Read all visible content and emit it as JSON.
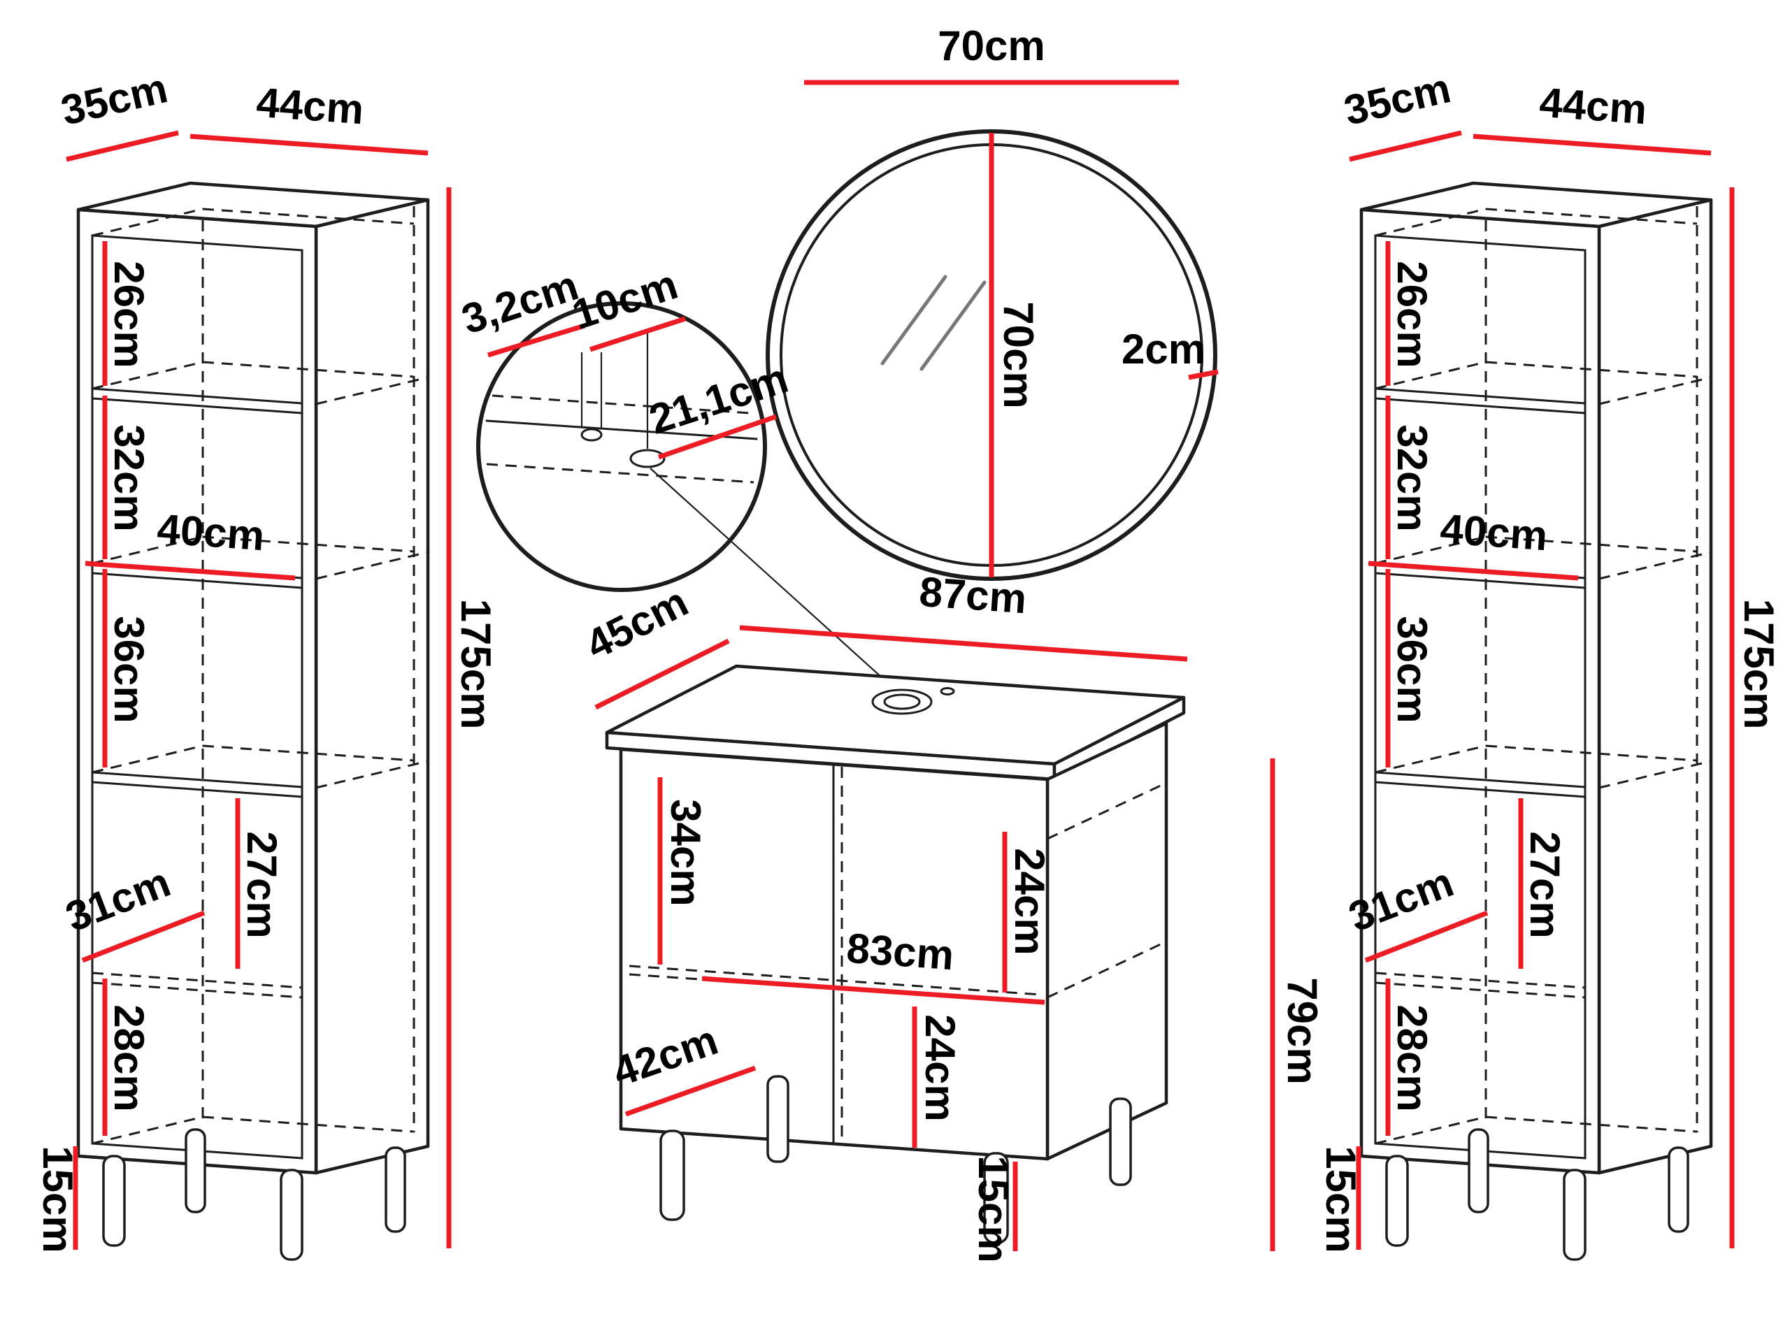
{
  "figure": {
    "background_color": "#ffffff",
    "line_color": "#1d1d1b",
    "dimension_color": "#ed1c24"
  },
  "left_cabinet": {
    "depth": "35cm",
    "width": "44cm",
    "height": "175cm",
    "sections": [
      "26cm",
      "32cm",
      "40cm",
      "36cm",
      "27cm",
      "31cm",
      "28cm"
    ],
    "leg_height": "15cm"
  },
  "right_cabinet": {
    "depth": "35cm",
    "width": "44cm",
    "height": "175cm",
    "sections": [
      "26cm",
      "32cm",
      "40cm",
      "36cm",
      "27cm",
      "31cm",
      "28cm"
    ],
    "leg_height": "15cm"
  },
  "mirror": {
    "width": "70cm",
    "height": "70cm",
    "frame_depth": "2cm"
  },
  "hole_detail": {
    "hole_diameter": "3,2cm",
    "hole_spacing": "10cm",
    "edge_distance": "21,1cm"
  },
  "vanity": {
    "depth": "45cm",
    "width": "87cm",
    "height": "79cm",
    "sections": [
      "34cm",
      "24cm",
      "83cm",
      "24cm",
      "42cm"
    ],
    "leg_height": "15cm"
  }
}
